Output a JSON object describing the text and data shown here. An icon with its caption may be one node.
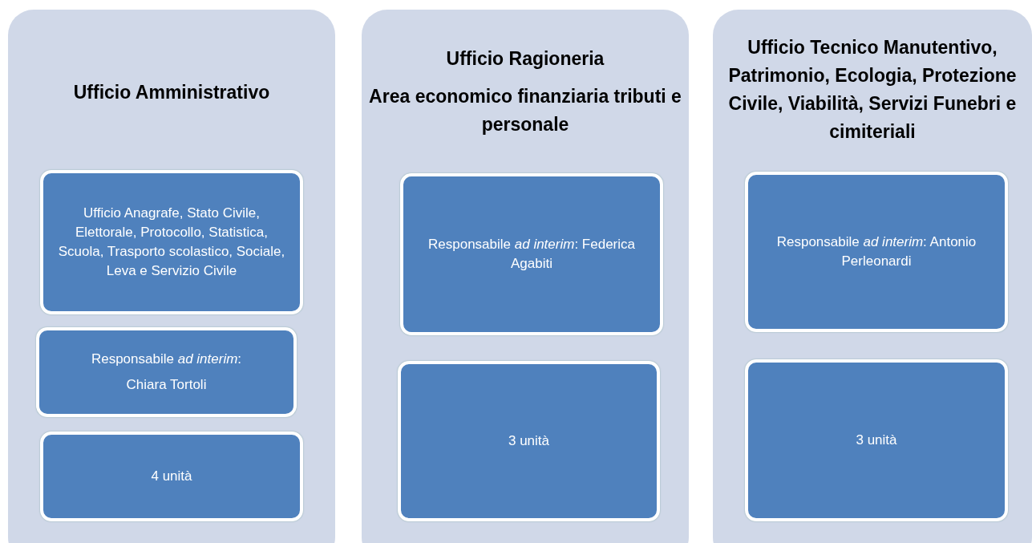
{
  "diagram": {
    "nodes": [
      {
        "text": [
          "Ufficio Amministrativo"
        ]
      },
      {
        "text": [
          "Ufficio Anagrafe, Stato Civile, Elettorale, Protocollo, Statistica, Scuola, Trasporto scolastico, Sociale, Leva e Servizio Civile"
        ],
        "in": 0
      },
      {
        "text": [
          "Responsabile *ad interim*:",
          "Chiara Tortoli"
        ],
        "in": 0
      },
      {
        "text": [
          "4 unità"
        ],
        "in": 0
      },
      {
        "text": [
          "Ufficio Ragioneria",
          "Area economico finanziaria tributi e personale"
        ]
      },
      {
        "text": [
          "Responsabile *ad interim*: Federica Agabiti"
        ],
        "in": 4
      },
      {
        "text": [
          "3 unità"
        ],
        "in": 4
      },
      {
        "text": [
          "Ufficio Tecnico Manutentivo, Patrimonio, Ecologia, Protezione Civile, Viabilità, Servizi Funebri e cimiteriali"
        ]
      },
      {
        "text": [
          "Responsabile *ad interim*: Antonio Perleonardi"
        ],
        "in": 7
      },
      {
        "text": [
          "3 unità"
        ],
        "in": 7
      }
    ]
  }
}
